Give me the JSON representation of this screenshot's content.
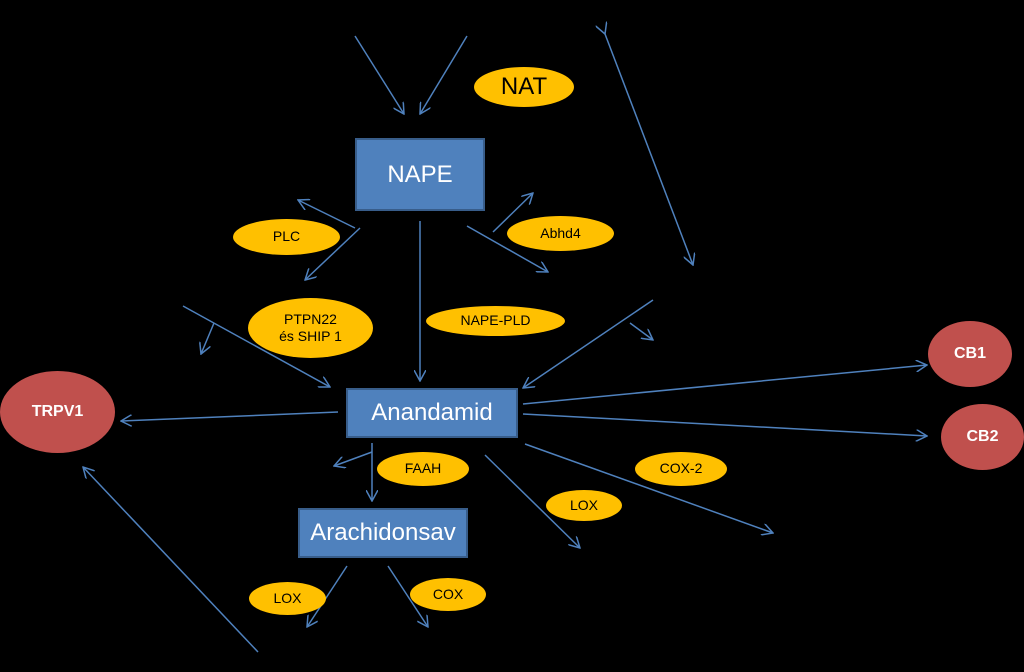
{
  "colors": {
    "background": "#000000",
    "molecule_fill": "#4f81bd",
    "enzyme_fill": "#ffc000",
    "receptor_fill": "#c0504d",
    "arrow": "#4f81bd"
  },
  "molecules": {
    "nape": "NAPE",
    "anandamid": "Anandamid",
    "arachidonsav": "Arachidonsav"
  },
  "enzymes": {
    "nat": "NAT",
    "plc": "PLC",
    "abhd4": "Abhd4",
    "ptpn22": "PTPN22\nés SHIP 1",
    "nape_pld": "NAPE-PLD",
    "faah": "FAAH",
    "cox2": "COX-2",
    "lox_upper": "LOX",
    "lox_lower": "LOX",
    "cox": "COX"
  },
  "receptors": {
    "trpv1": "TRPV1",
    "cb1": "CB1",
    "cb2": "CB2"
  }
}
